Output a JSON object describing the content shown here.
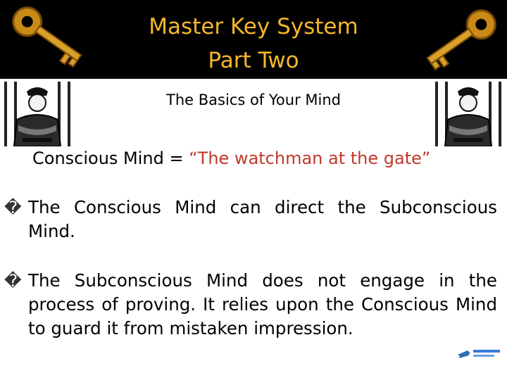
{
  "header": {
    "title_line1": "Master Key System",
    "title_line2": "Part Two",
    "background_color": "#000000",
    "title_color": "#f5b72a"
  },
  "subtitle": "The Basics of Your Mind",
  "tagline": {
    "prefix": "Conscious Mind = ",
    "quote": "“The watchman at the gate”",
    "quote_color": "#c0392b"
  },
  "bullets": [
    {
      "marker": "�",
      "text": "The Conscious Mind can direct the Subconscious Mind."
    },
    {
      "marker": "�",
      "text": "The Subconscious Mind does not engage in the process of proving.  It relies upon the Conscious Mind to guard it from mistaken impression."
    }
  ],
  "icons": {
    "key": "golden-key-icon",
    "guard": "security-guard-icon",
    "logo": "publisher-logo-icon"
  }
}
